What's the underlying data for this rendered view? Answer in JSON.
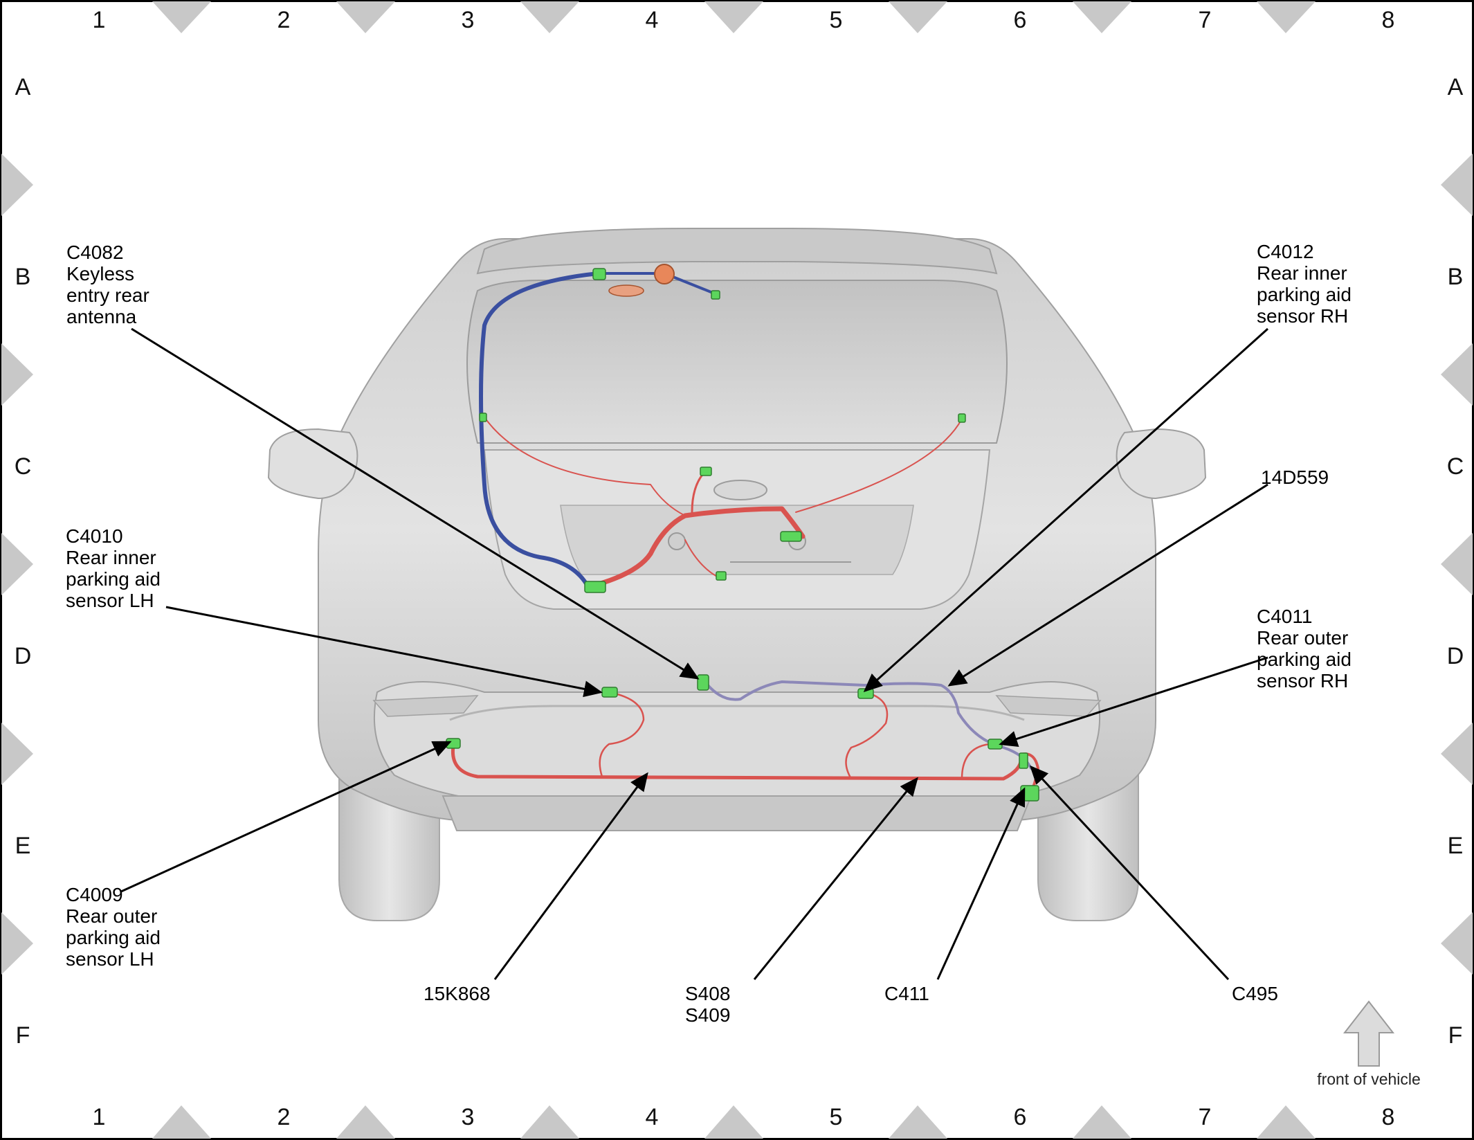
{
  "grid": {
    "columns": [
      "1",
      "2",
      "3",
      "4",
      "5",
      "6",
      "7",
      "8"
    ],
    "rows": [
      "A",
      "B",
      "C",
      "D",
      "E",
      "F"
    ]
  },
  "callouts": {
    "c4082": {
      "lines": [
        "C4082",
        "Keyless",
        "entry rear",
        "antenna"
      ]
    },
    "c4012": {
      "lines": [
        "C4012",
        "Rear inner",
        "parking aid",
        "sensor RH"
      ]
    },
    "d14559": {
      "lines": [
        "14D559"
      ]
    },
    "c4010": {
      "lines": [
        "C4010",
        "Rear inner",
        "parking aid",
        "sensor LH"
      ]
    },
    "c4011": {
      "lines": [
        "C4011",
        "Rear outer",
        "parking aid",
        "sensor RH"
      ]
    },
    "c4009": {
      "lines": [
        "C4009",
        "Rear outer",
        "parking aid",
        "sensor LH"
      ]
    },
    "k15868": {
      "lines": [
        "15K868"
      ]
    },
    "s408": {
      "lines": [
        "S408",
        "S409"
      ]
    },
    "c411": {
      "lines": [
        "C411"
      ]
    },
    "c495": {
      "lines": [
        "C495"
      ]
    }
  },
  "orientation": {
    "caption": "front of vehicle"
  },
  "colors": {
    "border": "#000000",
    "gridMarker": "#c8c8c8",
    "vehicleBody": "#d9d9d9",
    "vehicleShade": "#bdbdbd",
    "harnessRed": "#d9534f",
    "harnessBlue": "#3a4fa0",
    "connectorGreen": "#5cd65c",
    "leaderLine": "#000000"
  }
}
